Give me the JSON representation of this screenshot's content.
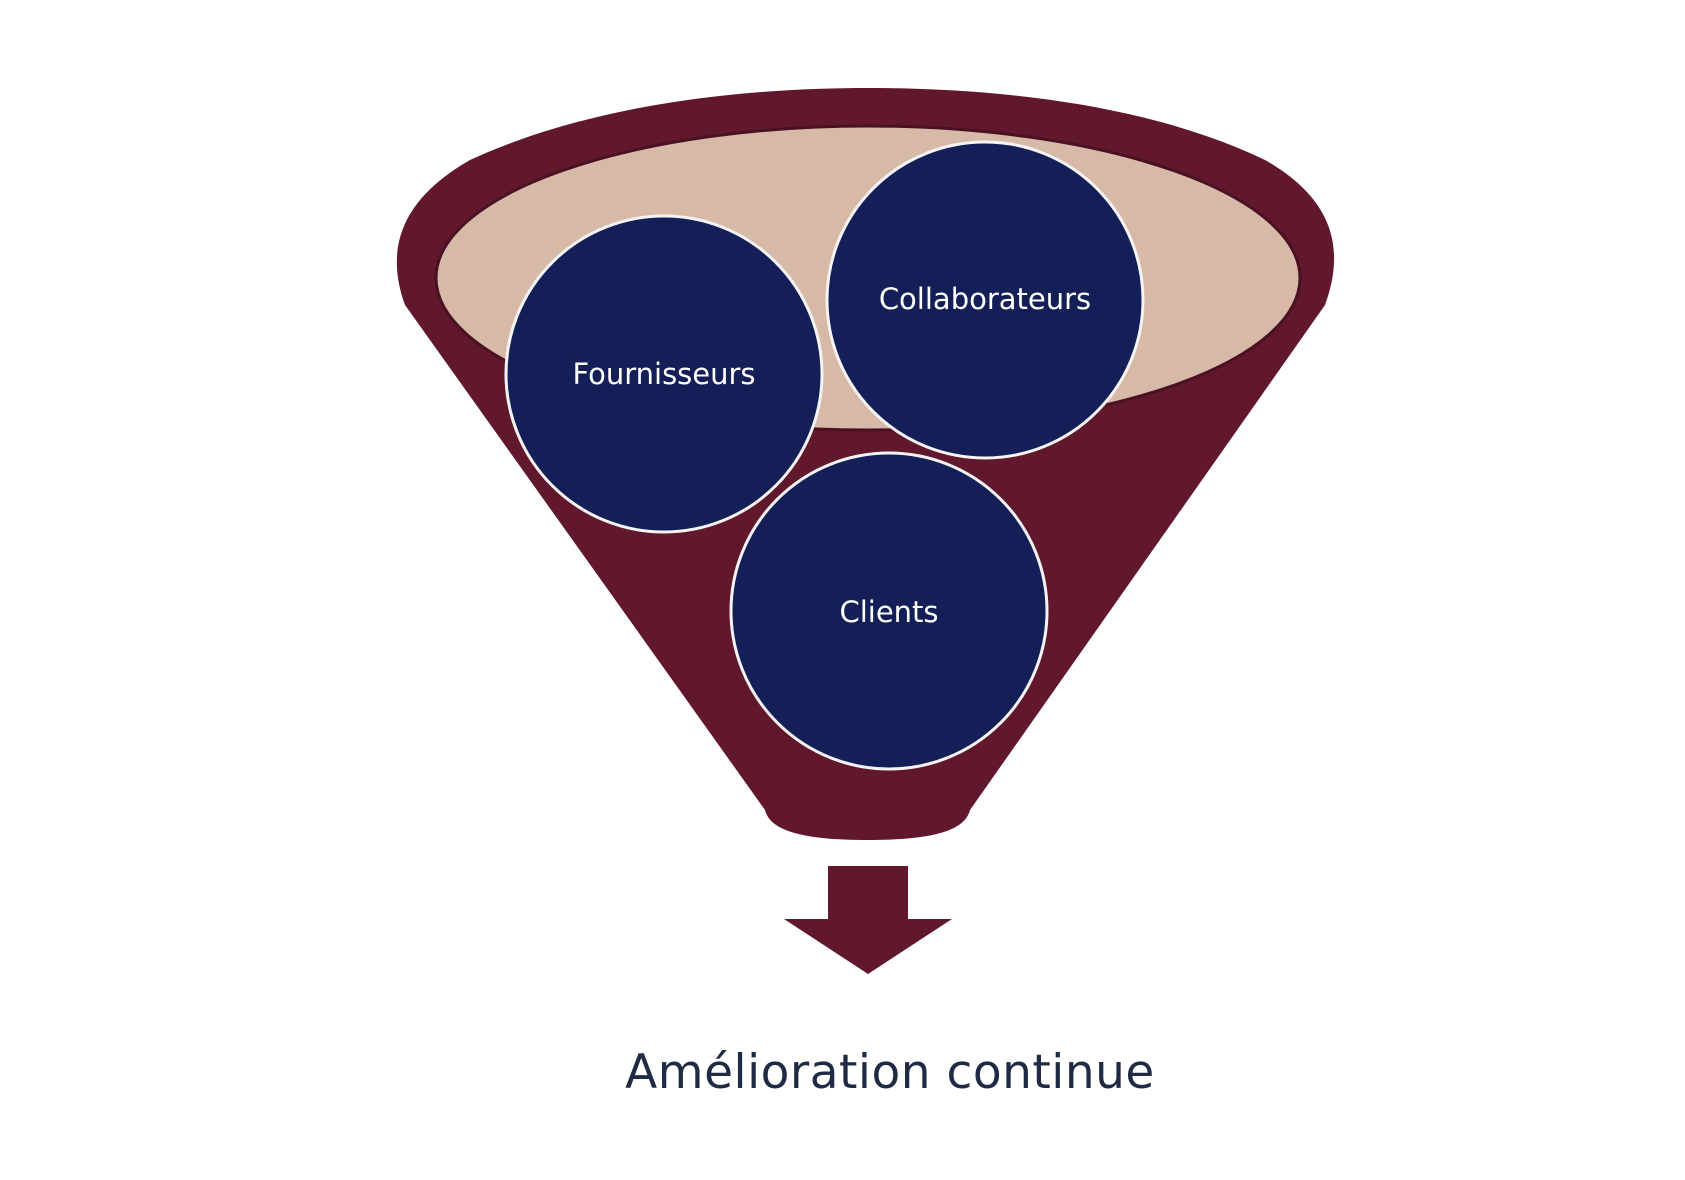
{
  "funnel": {
    "inputs": [
      {
        "id": "fournisseurs",
        "label": "Fournisseurs"
      },
      {
        "id": "collaborateurs",
        "label": "Collaborateurs"
      },
      {
        "id": "clients",
        "label": "Clients"
      }
    ]
  },
  "output": {
    "label": "Amélioration continue"
  },
  "colors": {
    "funnel": "#61182d",
    "funnel_opening": "#d7b9a8",
    "circle_fill": "#141e57",
    "circle_stroke": "#f4f4f4",
    "text": "#1f2a44"
  }
}
